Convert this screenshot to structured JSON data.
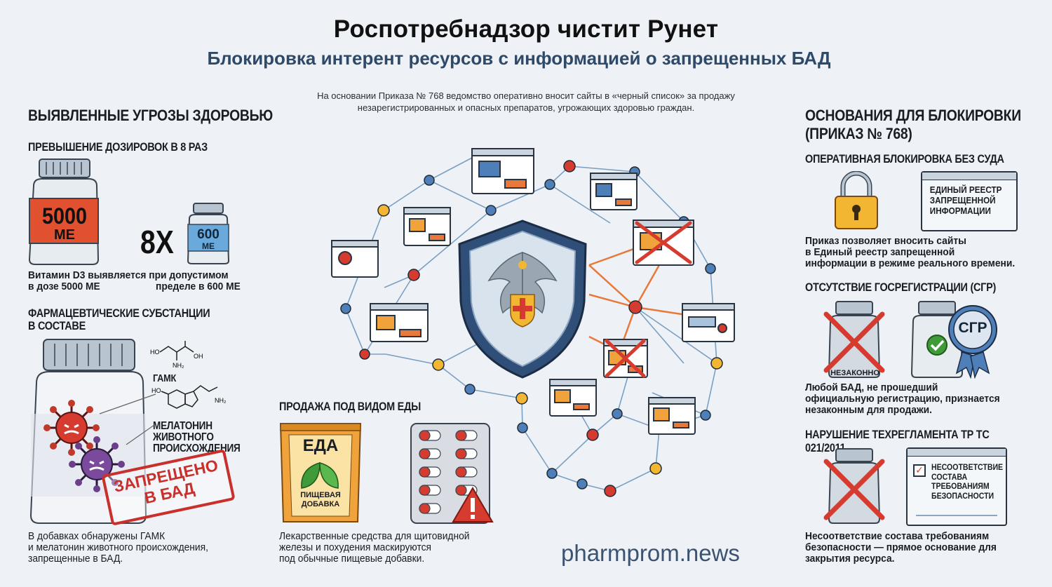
{
  "header": {
    "title": "Роспотребнадзор чистит Рунет",
    "subtitle": "Блокировка интерент ресурсов  с информацией о запрещенных БАД",
    "intro_line1": "На основании Приказа № 768 ведомство оперативно вносит сайты в «черный список» за продажу",
    "intro_line2": "незарегистрированных и опасных препаратов, угрожающих здоровью граждан."
  },
  "left": {
    "heading": "ВЫЯВЛЕННЫЕ УГРОЗЫ ЗДОРОВЬЮ",
    "dose": {
      "heading": "ПРЕВЫШЕНИЕ ДОЗИРОВОК В 8 РАЗ",
      "big_value": "5000",
      "big_unit": "МЕ",
      "multiplier": "8X",
      "small_value": "600",
      "small_unit": "МЕ",
      "caption_line1": "Витамин D3 выявляется при допустимом",
      "caption_line2a": "в дозе 5000 МЕ",
      "caption_line2b": "пределе в 600 МЕ"
    },
    "substances": {
      "heading_line1": "ФАРМАЦЕВТИЧЕСКИЕ СУБСТАНЦИИ",
      "heading_line2": "В СОСТАВЕ",
      "gaba_label": "ГАМК",
      "melatonin_line1": "МЕЛАТОНИН",
      "melatonin_line2": "ЖИВОТНОГО",
      "melatonin_line3": "ПРОИСХОЖДЕНИЯ",
      "stamp_line1": "ЗАПРЕЩЕНО",
      "stamp_line2": "В БАД",
      "caption_line1": "В добавках обнаружены ГАМК",
      "caption_line2": "и мелатонин животного происхождения,",
      "caption_line3": "запрещенные в БАД."
    }
  },
  "center": {
    "food": {
      "heading": "ПРОДАЖА ПОД ВИДОМ ЕДЫ",
      "bag_title": "ЕДА",
      "bag_line1": "ПИЩЕВАЯ",
      "bag_line2": "ДОБАВКА",
      "caption_line1": "Лекарственные средства для щитовидной",
      "caption_line2": "железы и похудения маскируются",
      "caption_line3": "под обычные пищевые добавки."
    },
    "brand": "pharmprom.news"
  },
  "right": {
    "heading_line1": "ОСНОВАНИЯ ДЛЯ БЛОКИРОВКИ",
    "heading_line2": "(ПРИКАЗ № 768)",
    "block1": {
      "heading": "ОПЕРАТИВНАЯ БЛОКИРОВКА БЕЗ СУДА",
      "registry_line1": "ЕДИНЫЙ РЕЕСТР",
      "registry_line2": "ЗАПРЕЩЕННОЙ",
      "registry_line3": "ИНФОРМАЦИИ",
      "caption_line1": "Приказ позволяет вносить сайты",
      "caption_line2": "в Единый реестр запрещенной",
      "caption_line3": "информации в режиме реального времени."
    },
    "block2": {
      "heading": "ОТСУТСТВИЕ ГОСРЕГИСТРАЦИИ (СГР)",
      "illegal_label": "НЕЗАКОННО",
      "seal_label": "СГР",
      "caption_line1": "Любой БАД, не прошедший",
      "caption_line2": "официальную регистрацию, признается",
      "caption_line3": "незаконным для продажи."
    },
    "block3": {
      "heading": "НАРУШЕНИЕ ТЕХРЕГЛАМЕНТА ТР ТС 021/2011",
      "card_line1": "НЕСООТВЕТСТВИЕ",
      "card_line2": "СОСТАВА",
      "card_line3": "ТРЕБОВАНИЯМ",
      "card_line4": "БЕЗОПАСНОСТИ",
      "caption_line1": "Несоответствие состава требованиям",
      "caption_line2": "безопасности — прямое основание для",
      "caption_line3": "закрытия ресурса."
    }
  },
  "colors": {
    "accent_blue": "#2f4a68",
    "danger_red": "#d63b2f",
    "warning_orange": "#f0a33a",
    "node_blue": "#4f7fb8",
    "node_yellow": "#f2b632"
  },
  "icons": [
    "bottle-icon",
    "molecule-icon",
    "virus-icon",
    "stamp-icon",
    "shield-icon",
    "eagle-icon",
    "browser-window-icon",
    "network-node-icon",
    "lock-icon",
    "registry-window-icon",
    "bottle-crossed-icon",
    "certificate-seal-icon",
    "food-bag-icon",
    "pill-blister-icon",
    "warning-icon",
    "checklist-card-icon"
  ]
}
